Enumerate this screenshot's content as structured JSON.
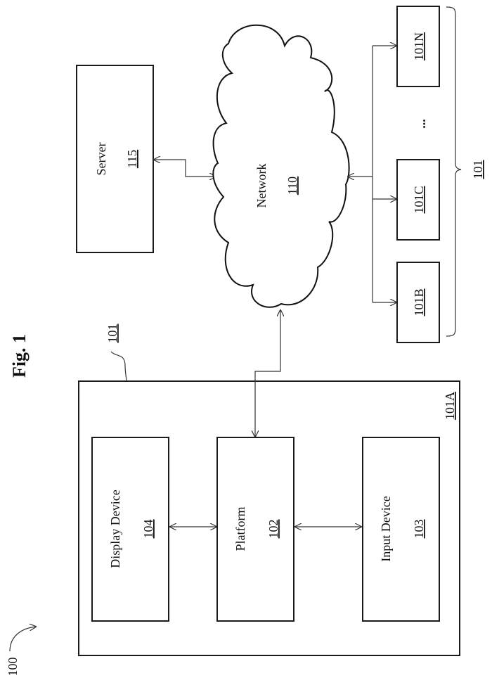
{
  "figure": {
    "title": "Fig. 1",
    "system_ref": "100",
    "client_group_ref": "101",
    "client_device_ref": "101"
  },
  "nodes": {
    "server": {
      "label": "Server",
      "ref": "115"
    },
    "network": {
      "label": "Network",
      "ref": "110"
    },
    "client_a": {
      "ref": "101A"
    },
    "display_device": {
      "label": "Display Device",
      "ref": "104"
    },
    "platform": {
      "label": "Platform",
      "ref": "102"
    },
    "input_device": {
      "label": "Input Device",
      "ref": "103"
    },
    "client_b": {
      "ref": "101B"
    },
    "client_c": {
      "ref": "101C"
    },
    "client_n": {
      "ref": "101N"
    },
    "ellipsis": "..."
  },
  "connections": [
    {
      "from": "server",
      "to": "network",
      "type": "bidirectional"
    },
    {
      "from": "network",
      "to": "platform",
      "type": "bidirectional"
    },
    {
      "from": "display_device",
      "to": "platform",
      "type": "bidirectional"
    },
    {
      "from": "platform",
      "to": "input_device",
      "type": "bidirectional"
    },
    {
      "from": "network",
      "to": "client_b",
      "type": "directed"
    },
    {
      "from": "network",
      "to": "client_c",
      "type": "directed"
    },
    {
      "from": "network",
      "to": "client_n",
      "type": "directed"
    }
  ]
}
